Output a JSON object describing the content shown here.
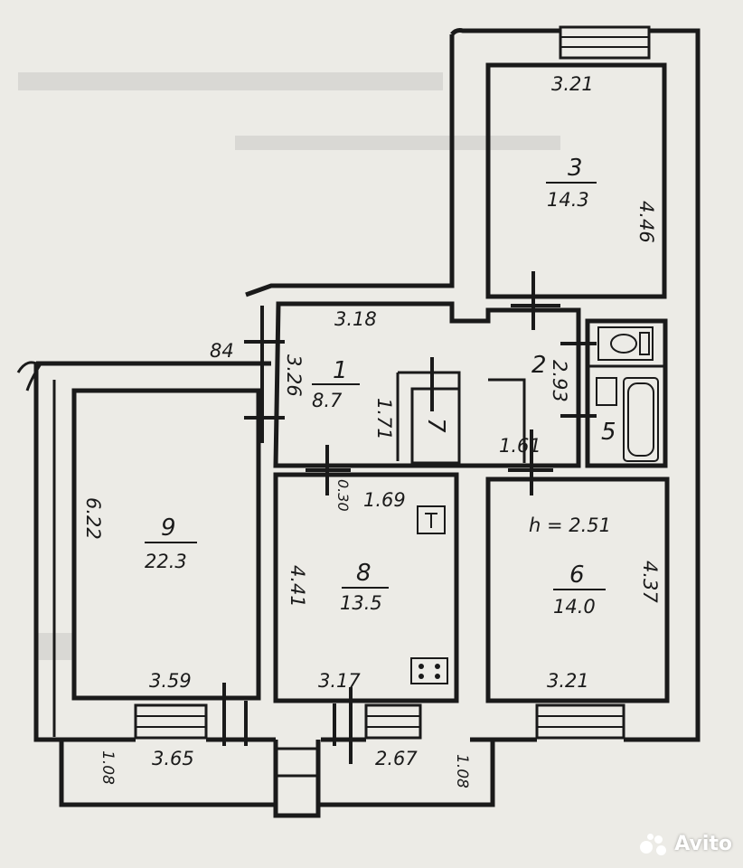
{
  "rooms": [
    {
      "id": "1",
      "area": "8.7"
    },
    {
      "id": "2",
      "area": ""
    },
    {
      "id": "3",
      "area": "14.3"
    },
    {
      "id": "5",
      "area": ""
    },
    {
      "id": "6",
      "area": "14.0"
    },
    {
      "id": "7",
      "area": ""
    },
    {
      "id": "8",
      "area": "13.5"
    },
    {
      "id": "9",
      "area": "22.3"
    }
  ],
  "dimensions": {
    "room3_width": "3.21",
    "room3_length": "4.46",
    "room1_width": "3.18",
    "room1_left": "3.26",
    "room1_right": "1.71",
    "room2_side": "2.93",
    "room2_bottom": "1.61",
    "room9_length": "6.22",
    "room9_width": "3.59",
    "room8_length": "4.41",
    "room8_top": "1.69",
    "room8_width": "3.17",
    "room8_niche": "0.30",
    "room6_length": "4.37",
    "room6_width": "3.21",
    "ceiling_height": "h = 2.51",
    "wall_84": "84",
    "balcony_left_width": "3.65",
    "balcony_right_width": "2.67",
    "balcony_left_depth": "1.08",
    "balcony_right_depth": "1.08"
  },
  "watermark": "Avito"
}
